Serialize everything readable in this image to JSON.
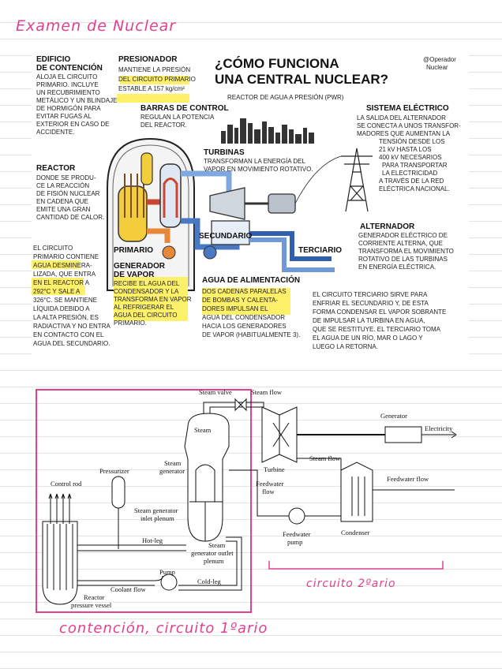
{
  "notebook": {
    "title": "Examen de Nuclear",
    "label_secondary": "circuito 2ºario",
    "label_primary": "contención, circuito 1ºario"
  },
  "infographic": {
    "heading": [
      "¿CÓMO FUNCIONA",
      "UNA CENTRAL NUCLEAR?"
    ],
    "subtitle": "REACTOR DE AGUA A PRESIÓN (PWR)",
    "handle": [
      "@Operador",
      "Nuclear"
    ],
    "edificio": {
      "title": [
        "EDIFICIO",
        "DE CONTENCIÓN"
      ],
      "body": [
        "ALOJA EL CIRCUITO",
        "PRIMARIO. INCLUYE",
        "UN RECUBRIMIENTO",
        "METÁLICO Y UN BLINDAJE",
        "DE HORMIGÓN PARA",
        "EVITAR FUGAS AL",
        "EXTERIOR EN CASO DE",
        "ACCIDENTE."
      ]
    },
    "presionador": {
      "title": "PRESIONADOR",
      "body": [
        "MANTIENE LA PRESIÓN",
        "DEL CIRCUITO PRIMARIO",
        "ESTABLE A 157 kg/cm²"
      ]
    },
    "barras": {
      "title": "BARRAS DE CONTROL",
      "body": [
        "REGULAN LA POTENCIA",
        "DEL REACTOR."
      ]
    },
    "turbinas": {
      "title": "TURBINAS",
      "body": [
        "TRANSFORMAN LA ENERGÍA DEL",
        "VAPOR EN MOVIMIENTO ROTATIVO."
      ]
    },
    "sistema": {
      "title": "SISTEMA ELÉCTRICO",
      "body": [
        "LA SALIDA DEL ALTERNADOR",
        "SE CONECTA A UNOS TRANSFOR-",
        "MADORES QUE AUMENTAN LA",
        "TENSIÓN DESDE LOS",
        "21 kV HASTA LOS",
        "400 kV NECESARIOS",
        "PARA TRANSPORTAR",
        "LA ELECTRICIDAD",
        "A TRAVÉS DE LA RED",
        "ELÉCTRICA NACIONAL."
      ]
    },
    "reactor": {
      "title": "REACTOR",
      "body": [
        "DONDE SE PRODU-",
        "CE LA REACCIÓN",
        "DE FISIÓN NUCLEAR",
        "EN CADENA QUE",
        "EMITE UNA GRAN",
        "CANTIDAD DE CALOR."
      ]
    },
    "circuito_primario": {
      "body": [
        "EL CIRCUITO",
        "PRIMARIO CONTIENE",
        "AGUA DESMINERA-",
        "LIZADA, QUE ENTRA",
        "EN EL REACTOR A",
        "292°C Y SALE A",
        "326°C. SE MANTIENE",
        "LÍQUIDA DEBIDO A",
        "LA ALTA PRESIÓN, ES",
        "RADIACTIVA Y NO ENTRA",
        "EN CONTACTO CON EL",
        "AGUA DEL SECUNDARIO."
      ]
    },
    "generador": {
      "title": [
        "GENERADOR",
        "DE VAPOR"
      ],
      "body": [
        "RECIBE EL AGUA DEL",
        "CONDENSADOR Y LA",
        "TRANSFORMA EN VAPOR",
        "AL REFRIGERAR EL",
        "AGUA DEL CIRCUITO",
        "PRIMARIO."
      ]
    },
    "agua": {
      "title": "AGUA DE ALIMENTACIÓN",
      "body": [
        "DOS CADENAS PARALELAS",
        "DE BOMBAS Y CALENTA-",
        "DORES IMPULSAN EL",
        "AGUA DEL CONDENSADOR",
        "HACIA LOS GENERADORES",
        "DE VAPOR (HABITUALMENTE 3)."
      ]
    },
    "alternador": {
      "title": "ALTERNADOR",
      "body": [
        "GENERADOR ELÉCTRICO DE",
        "CORRIENTE ALTERNA, QUE",
        "TRANSFORMA EL MOVIMIENTO",
        "ROTATIVO DE LAS TURBINAS",
        "EN ENERGÍA ELÉCTRICA."
      ]
    },
    "terciario_text": {
      "body": [
        "EL CIRCUITO TERCIARIO SIRVE PARA",
        "ENFRIAR EL SECUNDARIO Y, DE ESTA",
        "FORMA CONDENSAR EL VAPOR SOBRANTE",
        "DE IMPULSAR LA TURBINA EN AGUA,",
        "QUE SE RESTITUYE. EL TERCIARIO TOMA",
        "EL AGUA DE UN RÍO, MAR O LAGO Y",
        "LUEGO LA RETORNA."
      ]
    },
    "labels": {
      "primario": "PRIMARIO",
      "secundario": "SECUNDARIO",
      "terciario": "TERCIARIO"
    }
  },
  "schematic": {
    "labels": {
      "steam_valve": "Steam valve",
      "steam_flow_top": "Steam flow",
      "generator": "Generator",
      "electricity": "Electricity",
      "steam": "Steam",
      "steam_generator": [
        "Steam",
        "generator"
      ],
      "pressurizer": "Pressurizer",
      "control_rod": "Control rod",
      "turbine": "Turbine",
      "steam_flow_mid": "Steam flow",
      "feedwater_flow_right": "Feedwater flow",
      "feedwater_flow_left": [
        "Feedwater",
        "flow"
      ],
      "sg_inlet": [
        "Steam generator",
        "inlet plenum"
      ],
      "hot_leg": "Hot-leg",
      "sg_outlet": [
        "Steam",
        "generator outlet",
        "plenum"
      ],
      "feedwater_pump": [
        "Feedwater",
        "pump"
      ],
      "condenser": "Condenser",
      "pump": "Pump",
      "cold_leg": "Cold-leg",
      "coolant_flow": "Coolant flow",
      "reactor_vessel": [
        "Reactor",
        "pressure vessel"
      ]
    }
  },
  "colors": {
    "pink": "#e2418f",
    "highlight": "#fff06a",
    "pipe_blue": "#4a79c4",
    "pipe_orange": "#e7873a",
    "pipe_red": "#c8472f",
    "pipe_yellow": "#f3cd3b"
  }
}
